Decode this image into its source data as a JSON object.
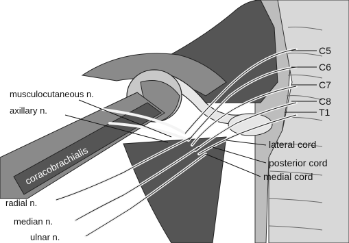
{
  "diagram": {
    "spinal_roots": [
      "C5",
      "C6",
      "C7",
      "C8",
      "T1"
    ],
    "cords": [
      "lateral cord",
      "posterior cord",
      "medial cord"
    ],
    "upper_left_nerves": [
      "musculocutaneous n.",
      "axillary n."
    ],
    "lower_left_nerves": [
      "radial n.",
      "median n.",
      "ulnar n."
    ],
    "muscle_label": "coracobrachialis",
    "colors": {
      "background": "#ffffff",
      "dark_tissue": "#555555",
      "mid_tissue": "#8a8a8a",
      "light_tissue": "#c8c8c8",
      "nerve": "#f4f4f4",
      "outline": "#222222"
    }
  }
}
